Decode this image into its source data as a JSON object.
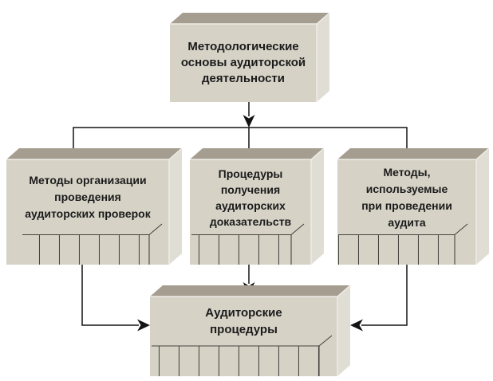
{
  "diagram": {
    "type": "flowchart",
    "language": "ru",
    "boxes": {
      "top": {
        "id": "top",
        "lines": [
          "Методологические",
          "основы аудиторской",
          "деятельности"
        ],
        "text": "Методологические основы аудиторской деятельности"
      },
      "left": {
        "id": "left",
        "lines": [
          "Методы организации",
          "проведения",
          "аудиторских проверок"
        ],
        "text": "Методы организации проведения аудиторских проверок"
      },
      "center": {
        "id": "center",
        "lines": [
          "Процедуры",
          "получения",
          "аудиторских",
          "доказательств"
        ],
        "text": "Процедуры получения аудиторских доказательств"
      },
      "right": {
        "id": "right",
        "lines": [
          "Методы,",
          "используемые",
          "при проведении",
          "аудита"
        ],
        "text": "Методы, используемые при проведении аудита"
      },
      "bottom": {
        "id": "bottom",
        "lines": [
          "Аудиторские",
          "процедуры"
        ],
        "text": "Аудиторские процедуры"
      }
    },
    "connections": [
      {
        "from": "top",
        "to": "left",
        "style": "line-from-distribution-bar"
      },
      {
        "from": "top",
        "to": "center",
        "style": "line-from-distribution-bar"
      },
      {
        "from": "top",
        "to": "right",
        "style": "line-from-distribution-bar"
      },
      {
        "from": "left",
        "to": "bottom",
        "style": "elbow-arrow"
      },
      {
        "from": "center",
        "to": "bottom",
        "style": "straight-arrow"
      },
      {
        "from": "right",
        "to": "bottom",
        "style": "elbow-arrow"
      }
    ],
    "colors": {
      "background": "#ffffff",
      "face_front": "#d6d2c6",
      "face_top": "#a59d8f",
      "face_side": "#e0ded4",
      "edge_highlight": "#efede7",
      "line": "#141414",
      "comb_line": "#45443f",
      "text": "#1b1b1b"
    }
  }
}
